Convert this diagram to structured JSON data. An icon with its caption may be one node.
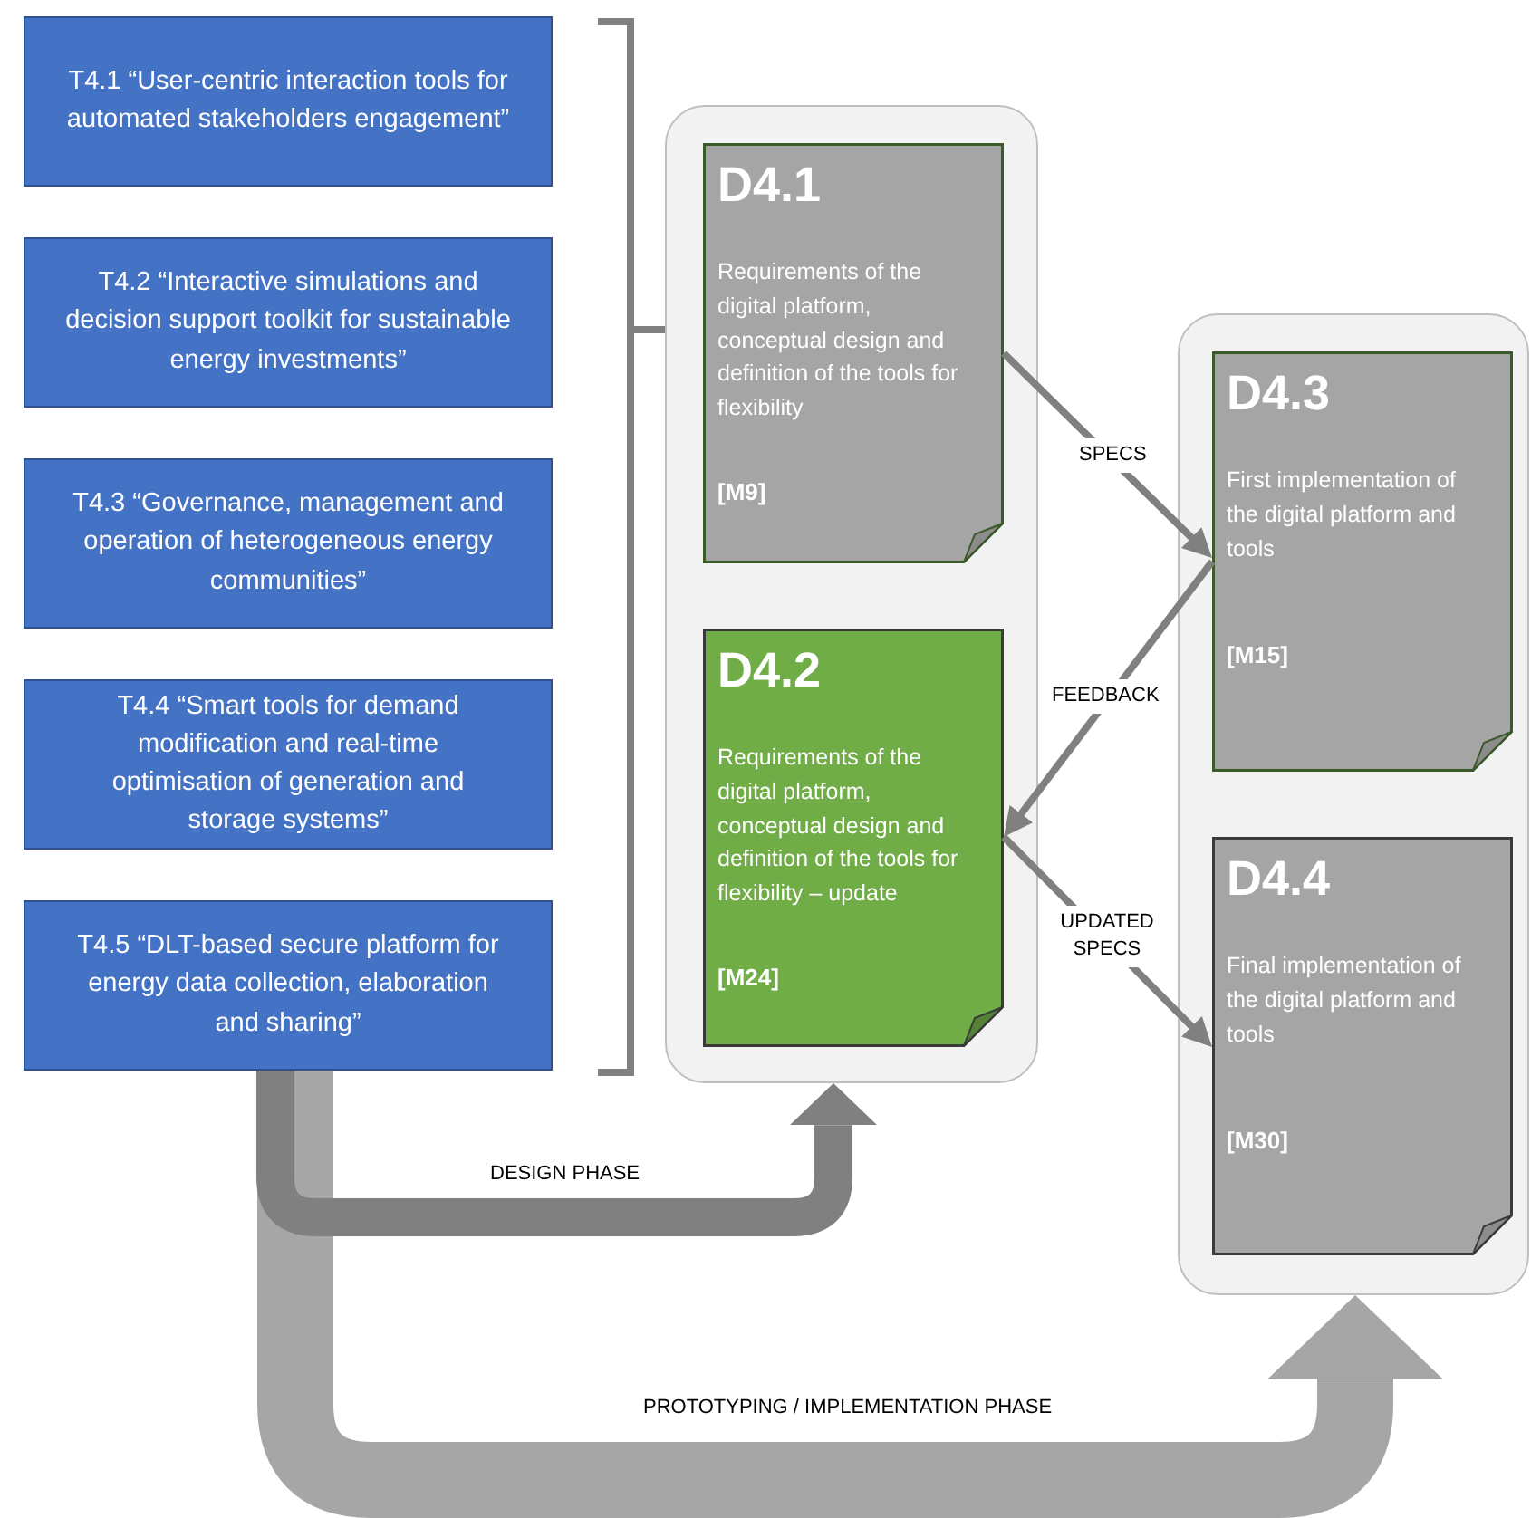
{
  "diagram": {
    "nodes": [
      {
        "text": [
          "T4.1 “User-centric interaction tools for automated stakeholders engagement”"
        ]
      },
      {
        "text": [
          "T4.2 “Interactive simulations and decision support toolkit for sustainable energy investments”"
        ]
      },
      {
        "text": [
          "T4.3 “Governance, management and operation of heterogeneous energy communities”"
        ]
      },
      {
        "text": [
          "T4.4 “Smart tools for demand modification and real-time optimisation of generation and storage systems”"
        ]
      },
      {
        "text": [
          "T4.5 “DLT-based secure platform for energy data collection, elaboration and sharing”"
        ]
      },
      {
        "text": [],
        "shape": "box"
      },
      {
        "text": [
          "D4.1",
          "Requirements of the digital platform, conceptual design and definition of the tools for flexibility",
          "[M9]"
        ],
        "in": 5
      },
      {
        "text": [
          "D4.2",
          "Requirements of the digital platform, conceptual design and definition of the tools for flexibility – update",
          "[M24]"
        ],
        "in": 5
      },
      {
        "text": [],
        "shape": "box"
      },
      {
        "text": [
          "D4.3",
          "First implementation of the digital platform and tools",
          "[M15]"
        ],
        "in": 8
      },
      {
        "text": [
          "D4.4",
          "Final implementation of the digital platform and tools",
          "[M30]"
        ],
        "in": 8
      }
    ],
    "edges": [
      {
        "from": 6,
        "to": 9,
        "arrow": "to",
        "label": "SPECS"
      },
      {
        "from": 9,
        "to": 7,
        "arrow": "to",
        "label": "FEEDBACK"
      },
      {
        "from": 7,
        "to": 10,
        "arrow": "to",
        "label": "UPDATED SPECS"
      },
      {
        "from": 4,
        "to": 8,
        "arrow": "to",
        "label": "PROTOTYPING / IMPLEMENTATION PHASE",
        "style": "thick",
        "color": "#a6a6a6"
      },
      {
        "from": 4,
        "to": 5,
        "arrow": "to",
        "label": "DESIGN PHASE",
        "style": "thick"
      }
    ]
  }
}
